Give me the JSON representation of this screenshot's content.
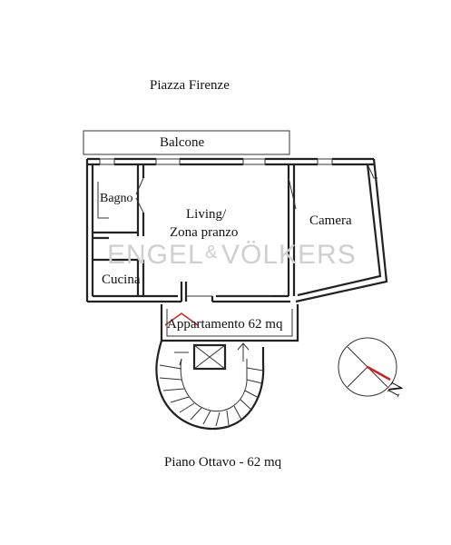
{
  "labels": {
    "street": "Piazza Firenze",
    "balcony": "Balcone",
    "bathroom": "Bagno",
    "living_line1": "Living/",
    "living_line2": "Zona pranzo",
    "bedroom": "Camera",
    "kitchen": "Cucina",
    "apartment": "Appartamento 62 mq",
    "floor": "Piano Ottavo - 62 mq",
    "north": "N"
  },
  "watermark": {
    "left": "ENGEL",
    "amp": "&",
    "right": "VÖLKERS"
  },
  "colors": {
    "walls": "#222222",
    "entry_marker": "#d21f1f",
    "compass_needle": "#d21f1f",
    "watermark": "#cfcfcf"
  }
}
